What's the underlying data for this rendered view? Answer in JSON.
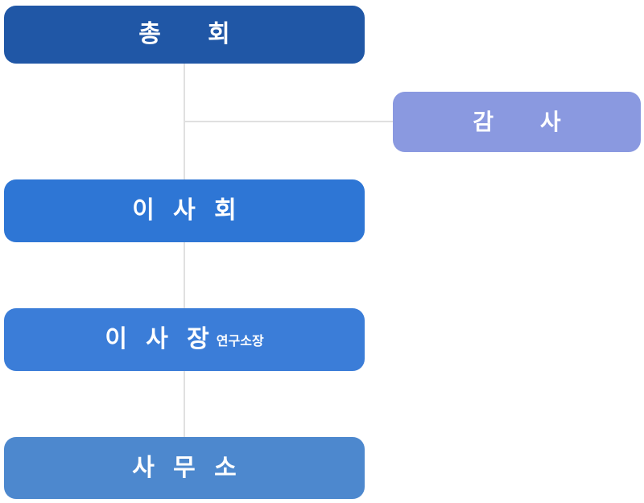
{
  "diagram": {
    "type": "org-chart",
    "line_color": "#e0e0e0",
    "nodes": {
      "general_assembly": {
        "label": "총 회",
        "color": "#2057a6"
      },
      "auditor": {
        "label": "감 사",
        "color": "#8a99e0"
      },
      "board": {
        "label": "이 사 회",
        "color": "#2e76d5"
      },
      "chairman": {
        "label": "이 사 장",
        "sublabel": "연구소장",
        "color": "#3b7dd8"
      },
      "office": {
        "label": "사 무 소",
        "color": "#4d88ce"
      }
    },
    "edges": [
      {
        "from": "general_assembly",
        "to": "board"
      },
      {
        "from": "general_assembly",
        "to": "auditor",
        "style": "side-branch"
      },
      {
        "from": "board",
        "to": "chairman"
      },
      {
        "from": "chairman",
        "to": "office"
      }
    ]
  }
}
